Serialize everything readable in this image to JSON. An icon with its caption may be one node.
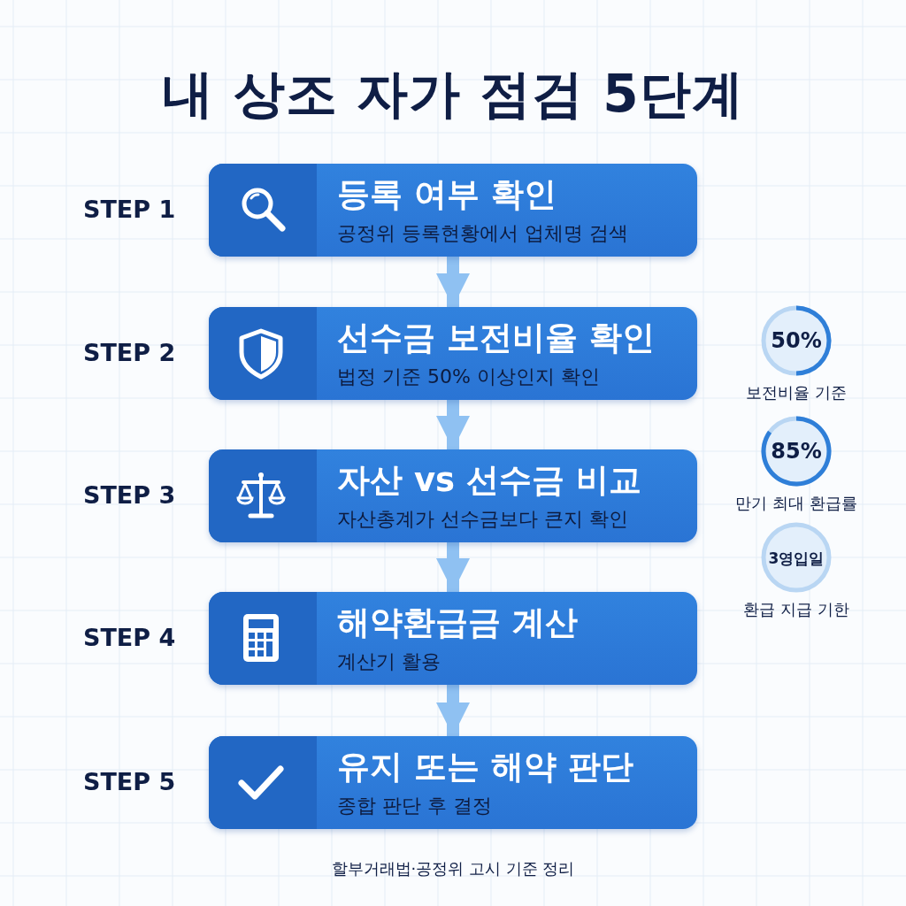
{
  "diagram": {
    "title": "내 상조 자가 점검 5단계",
    "nodes": [
      {
        "text": [
          "등록 여부 확인",
          "공정위 등록현황에서 업체명 검색"
        ],
        "beside": [
          "STEP 1"
        ]
      },
      {
        "text": [
          "선수금 보전비율 확인",
          "법정 기준 50% 이상인지 확인"
        ],
        "beside": [
          "STEP 2"
        ]
      },
      {
        "text": [
          "자산 vs 선수금 비교",
          "자산총계가 선수금보다 큰지 확인"
        ],
        "beside": [
          "STEP 3"
        ]
      },
      {
        "text": [
          "해약환급금 계산",
          "계산기 활용"
        ],
        "beside": [
          "STEP 4"
        ]
      },
      {
        "text": [
          "유지 또는 해약 판단",
          "종합 판단 후 결정"
        ],
        "beside": [
          "STEP 5"
        ]
      },
      {
        "text": [
          "50%"
        ],
        "beside": [
          "보전비율 기준"
        ]
      },
      {
        "text": [
          "85%"
        ],
        "beside": [
          "만기 최대 환급률"
        ]
      },
      {
        "text": [
          "3영입일"
        ],
        "beside": [
          "환급 지급 기한"
        ]
      }
    ],
    "edges": [
      {
        "from": 0,
        "to": 1,
        "arrow": "to"
      },
      {
        "from": 1,
        "to": 2,
        "arrow": "to"
      },
      {
        "from": 2,
        "to": 3,
        "arrow": "to"
      },
      {
        "from": 3,
        "to": 4,
        "arrow": "to"
      }
    ],
    "labels": [
      "할부거래법·공정위 고시 기준 정리"
    ]
  }
}
